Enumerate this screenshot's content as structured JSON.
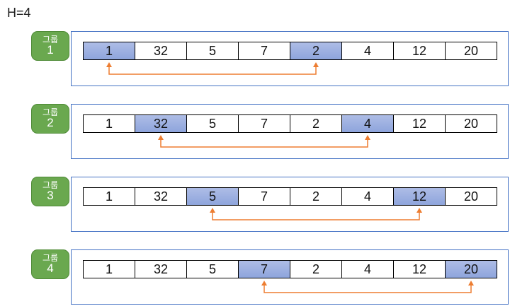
{
  "title": "H=4",
  "group_label": "그룹",
  "accent": {
    "frame": "#4472c4",
    "badge": "#6aa84f",
    "highlight": "#8ea5dc",
    "arrow": "#ed7d31"
  },
  "groups": [
    {
      "number": "1",
      "values": [
        "1",
        "32",
        "5",
        "7",
        "2",
        "4",
        "12",
        "20"
      ],
      "highlighted": [
        0,
        4
      ]
    },
    {
      "number": "2",
      "values": [
        "1",
        "32",
        "5",
        "7",
        "2",
        "4",
        "12",
        "20"
      ],
      "highlighted": [
        1,
        5
      ]
    },
    {
      "number": "3",
      "values": [
        "1",
        "32",
        "5",
        "7",
        "2",
        "4",
        "12",
        "20"
      ],
      "highlighted": [
        2,
        6
      ]
    },
    {
      "number": "4",
      "values": [
        "1",
        "32",
        "5",
        "7",
        "2",
        "4",
        "12",
        "20"
      ],
      "highlighted": [
        3,
        7
      ]
    }
  ]
}
